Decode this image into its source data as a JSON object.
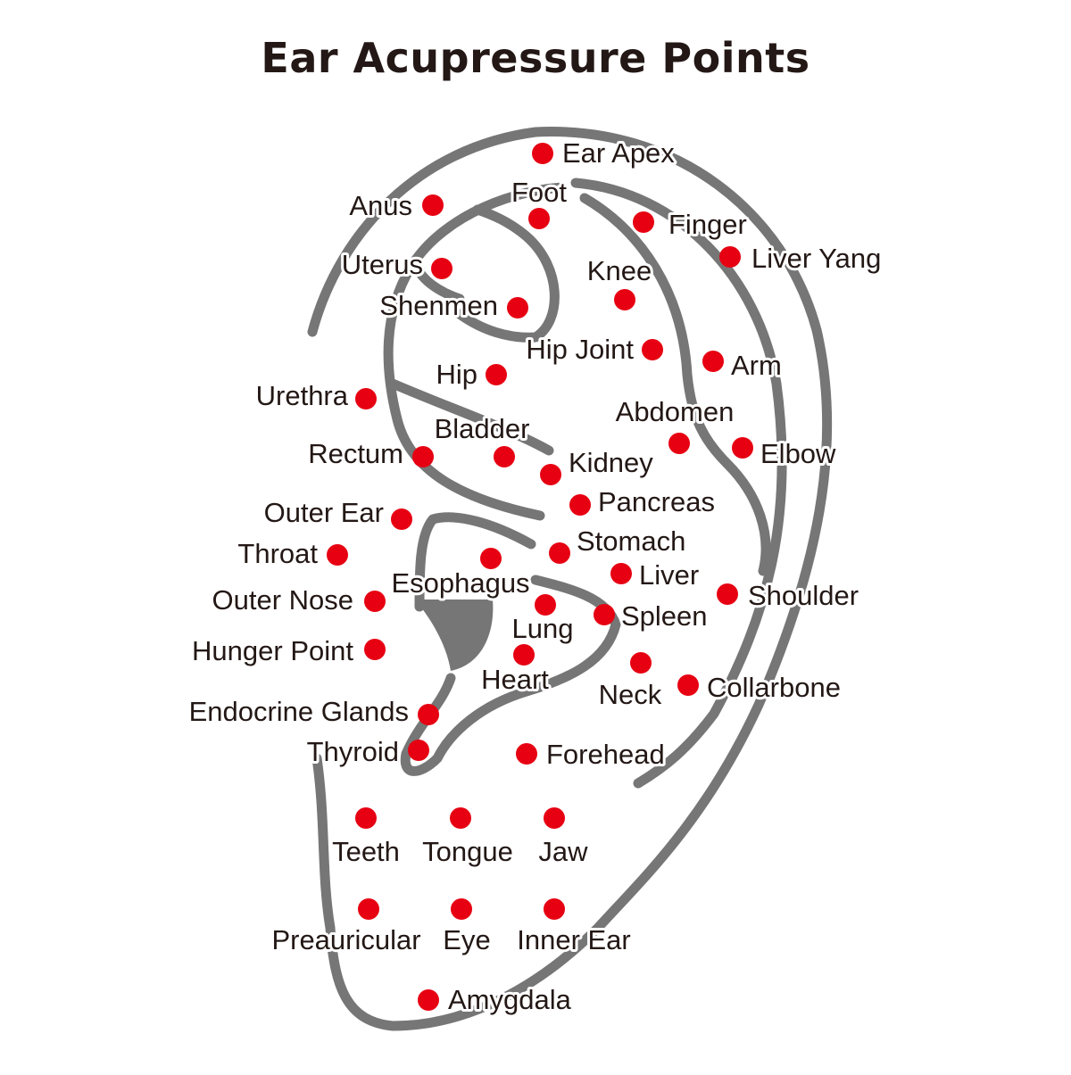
{
  "title": "Ear Acupressure Points",
  "colors": {
    "outline": "#767676",
    "point": "#e60012",
    "text": "#231815"
  },
  "points": [
    {
      "label": "Ear Apex"
    },
    {
      "label": "Anus"
    },
    {
      "label": "Foot"
    },
    {
      "label": "Finger"
    },
    {
      "label": "Liver Yang"
    },
    {
      "label": "Uterus"
    },
    {
      "label": "Knee"
    },
    {
      "label": "Shenmen"
    },
    {
      "label": "Hip Joint"
    },
    {
      "label": "Arm"
    },
    {
      "label": "Hip"
    },
    {
      "label": "Urethra"
    },
    {
      "label": "Abdomen"
    },
    {
      "label": "Bladder"
    },
    {
      "label": "Rectum"
    },
    {
      "label": "Elbow"
    },
    {
      "label": "Kidney"
    },
    {
      "label": "Pancreas"
    },
    {
      "label": "Outer Ear"
    },
    {
      "label": "Stomach"
    },
    {
      "label": "Throat"
    },
    {
      "label": "Esophagus"
    },
    {
      "label": "Liver"
    },
    {
      "label": "Outer Nose"
    },
    {
      "label": "Shoulder"
    },
    {
      "label": "Spleen"
    },
    {
      "label": "Lung"
    },
    {
      "label": "Hunger Point"
    },
    {
      "label": "Heart"
    },
    {
      "label": "Neck"
    },
    {
      "label": "Collarbone"
    },
    {
      "label": "Endocrine Glands"
    },
    {
      "label": "Thyroid"
    },
    {
      "label": "Forehead"
    },
    {
      "label": "Teeth"
    },
    {
      "label": "Tongue"
    },
    {
      "label": "Jaw"
    },
    {
      "label": "Preauricular"
    },
    {
      "label": "Eye"
    },
    {
      "label": "Inner Ear"
    },
    {
      "label": "Amygdala"
    }
  ]
}
